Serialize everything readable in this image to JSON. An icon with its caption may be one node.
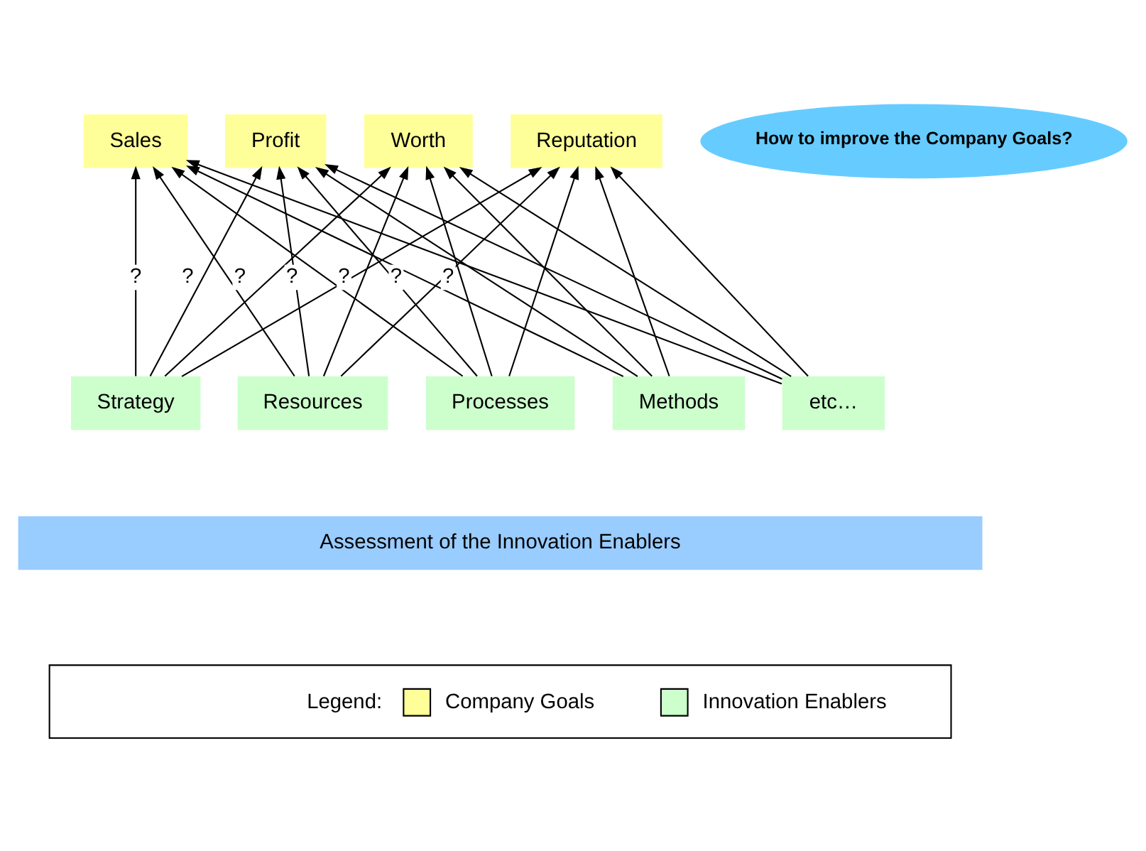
{
  "diagram": {
    "nodes": [
      {
        "text": [
          "Sales"
        ]
      },
      {
        "text": [
          "Profit"
        ]
      },
      {
        "text": [
          "Worth"
        ]
      },
      {
        "text": [
          "Reputation"
        ]
      },
      {
        "text": [
          "How to improve the Company Goals?"
        ]
      },
      {
        "text": [
          "Strategy"
        ]
      },
      {
        "text": [
          "Resources"
        ]
      },
      {
        "text": [
          "Processes"
        ]
      },
      {
        "text": [
          "Methods"
        ]
      },
      {
        "text": [
          "etc…"
        ]
      },
      {
        "text": [
          "Assessment of the Innovation Enablers"
        ]
      }
    ],
    "edges": [
      {
        "from": 5,
        "to": 0,
        "arrow": "to"
      },
      {
        "from": 5,
        "to": 1,
        "arrow": "to"
      },
      {
        "from": 5,
        "to": 2,
        "arrow": "to"
      },
      {
        "from": 5,
        "to": 3,
        "arrow": "to"
      },
      {
        "from": 6,
        "to": 0,
        "arrow": "to"
      },
      {
        "from": 6,
        "to": 1,
        "arrow": "to"
      },
      {
        "from": 6,
        "to": 2,
        "arrow": "to"
      },
      {
        "from": 6,
        "to": 3,
        "arrow": "to"
      },
      {
        "from": 7,
        "to": 0,
        "arrow": "to"
      },
      {
        "from": 7,
        "to": 1,
        "arrow": "to"
      },
      {
        "from": 7,
        "to": 2,
        "arrow": "to"
      },
      {
        "from": 7,
        "to": 3,
        "arrow": "to"
      },
      {
        "from": 8,
        "to": 0,
        "arrow": "to"
      },
      {
        "from": 8,
        "to": 1,
        "arrow": "to"
      },
      {
        "from": 8,
        "to": 2,
        "arrow": "to"
      },
      {
        "from": 8,
        "to": 3,
        "arrow": "to"
      },
      {
        "from": 9,
        "to": 0,
        "arrow": "to"
      },
      {
        "from": 9,
        "to": 1,
        "arrow": "to"
      },
      {
        "from": 9,
        "to": 2,
        "arrow": "to"
      },
      {
        "from": 9,
        "to": 3,
        "arrow": "to"
      }
    ],
    "labels": [
      "?",
      "?",
      "?",
      "?",
      "?",
      "?",
      "?",
      "Legend:"
    ],
    "legend": [
      {
        "text": "Company Goals",
        "color": "#ffff99"
      },
      {
        "text": "Innovation Enablers",
        "color": "#ccffcc"
      }
    ]
  }
}
